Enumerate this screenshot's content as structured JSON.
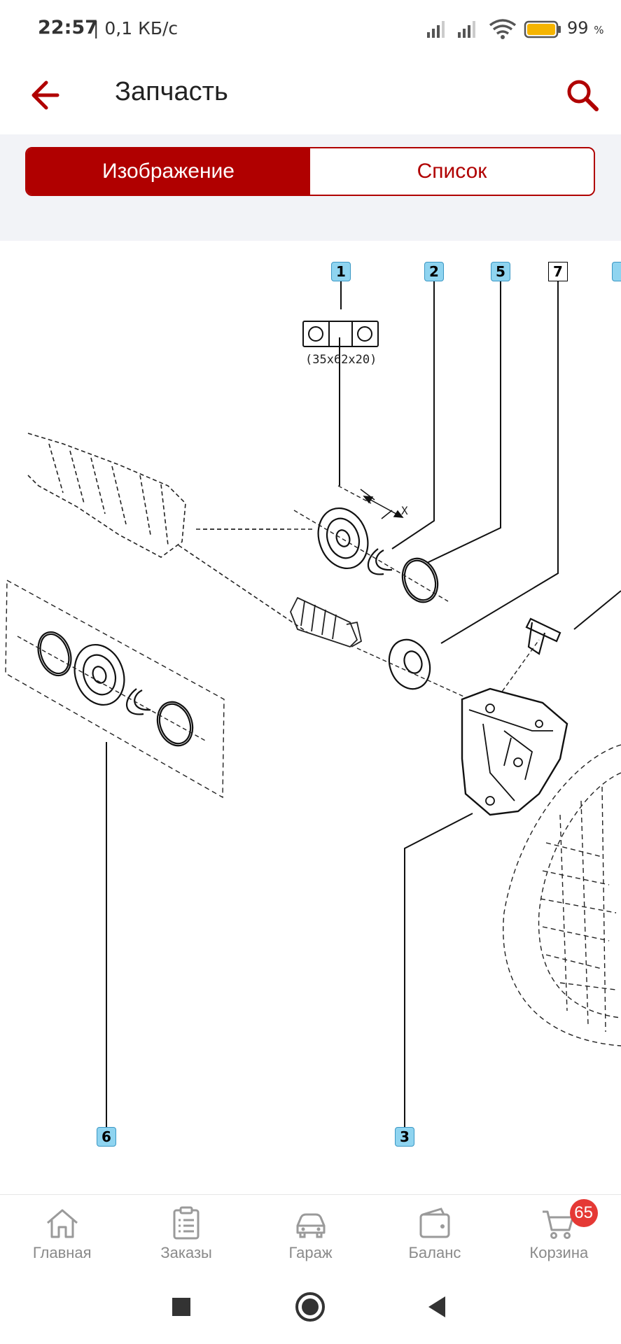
{
  "status_bar": {
    "time": "22:57",
    "network_speed": "| 0,1 КБ/с",
    "battery_percent": "99",
    "battery_suffix": "%"
  },
  "app_bar": {
    "title": "Запчасть"
  },
  "tabs": [
    {
      "label": "Изображение",
      "active": true
    },
    {
      "label": "Список",
      "active": false
    }
  ],
  "diagram": {
    "callouts": [
      "1",
      "2",
      "5",
      "7",
      "6",
      "3"
    ],
    "highlighted": [
      "1",
      "2",
      "5",
      "6",
      "3"
    ],
    "dimension_label": "(35x62x20)",
    "axis_label": "X"
  },
  "bottom_nav": {
    "items": [
      {
        "label": "Главная",
        "icon": "home-icon"
      },
      {
        "label": "Заказы",
        "icon": "orders-icon"
      },
      {
        "label": "Гараж",
        "icon": "car-icon"
      },
      {
        "label": "Баланс",
        "icon": "wallet-icon"
      },
      {
        "label": "Корзина",
        "icon": "cart-icon"
      }
    ],
    "cart_badge": "65"
  },
  "colors": {
    "accent": "#b00000",
    "badge": "#e53935",
    "callout_highlight": "#8fd4f0"
  }
}
